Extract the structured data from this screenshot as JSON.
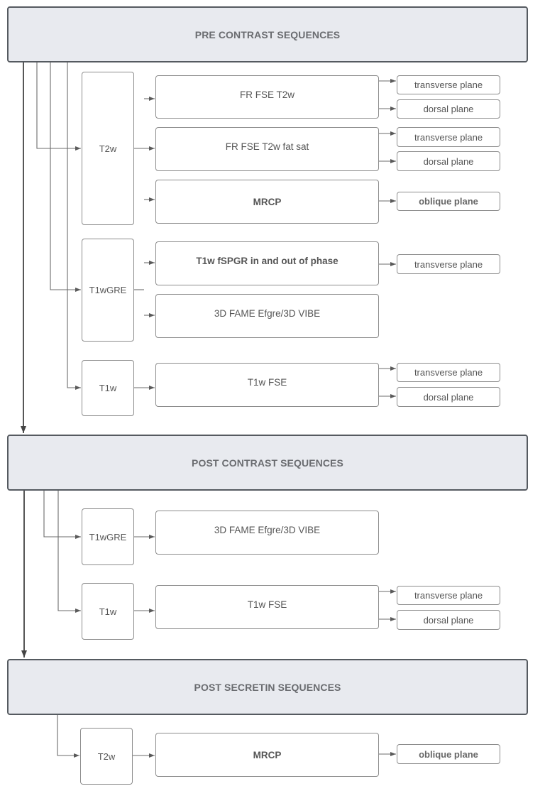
{
  "sections": {
    "pre": {
      "title": "PRE CONTRAST SEQUENCES",
      "groups": {
        "t2w": {
          "label": "T2w",
          "seq1": {
            "label": "FR FSE T2w",
            "planes": [
              "transverse plane",
              "dorsal plane"
            ]
          },
          "seq2": {
            "label": "FR FSE T2w fat sat",
            "planes": [
              "transverse plane",
              "dorsal plane"
            ]
          },
          "seq3": {
            "label": "MRCP",
            "planes": [
              "oblique plane"
            ]
          }
        },
        "t1wgre": {
          "label": "T1wGRE",
          "seq1": {
            "label": "T1w fSPGR in and out of phase",
            "planes": [
              "transverse plane"
            ]
          },
          "seq2": {
            "label": "3D FAME Efgre/3D VIBE"
          }
        },
        "t1w": {
          "label": "T1w",
          "seq1": {
            "label": "T1w FSE",
            "planes": [
              "transverse plane",
              "dorsal plane"
            ]
          }
        }
      }
    },
    "post": {
      "title": "POST CONTRAST SEQUENCES",
      "groups": {
        "t1wgre": {
          "label": "T1wGRE",
          "seq1": {
            "label": "3D FAME Efgre/3D VIBE"
          }
        },
        "t1w": {
          "label": "T1w",
          "seq1": {
            "label": "T1w FSE",
            "planes": [
              "transverse plane",
              "dorsal plane"
            ]
          }
        }
      }
    },
    "secretin": {
      "title": "POST SECRETIN SEQUENCES",
      "groups": {
        "t2w": {
          "label": "T2w",
          "seq1": {
            "label": "MRCP",
            "planes": [
              "oblique plane"
            ]
          }
        }
      }
    }
  },
  "colors": {
    "header_fill": "#e8eaef",
    "header_border": "#555a60",
    "line": "#6b6b6b"
  }
}
